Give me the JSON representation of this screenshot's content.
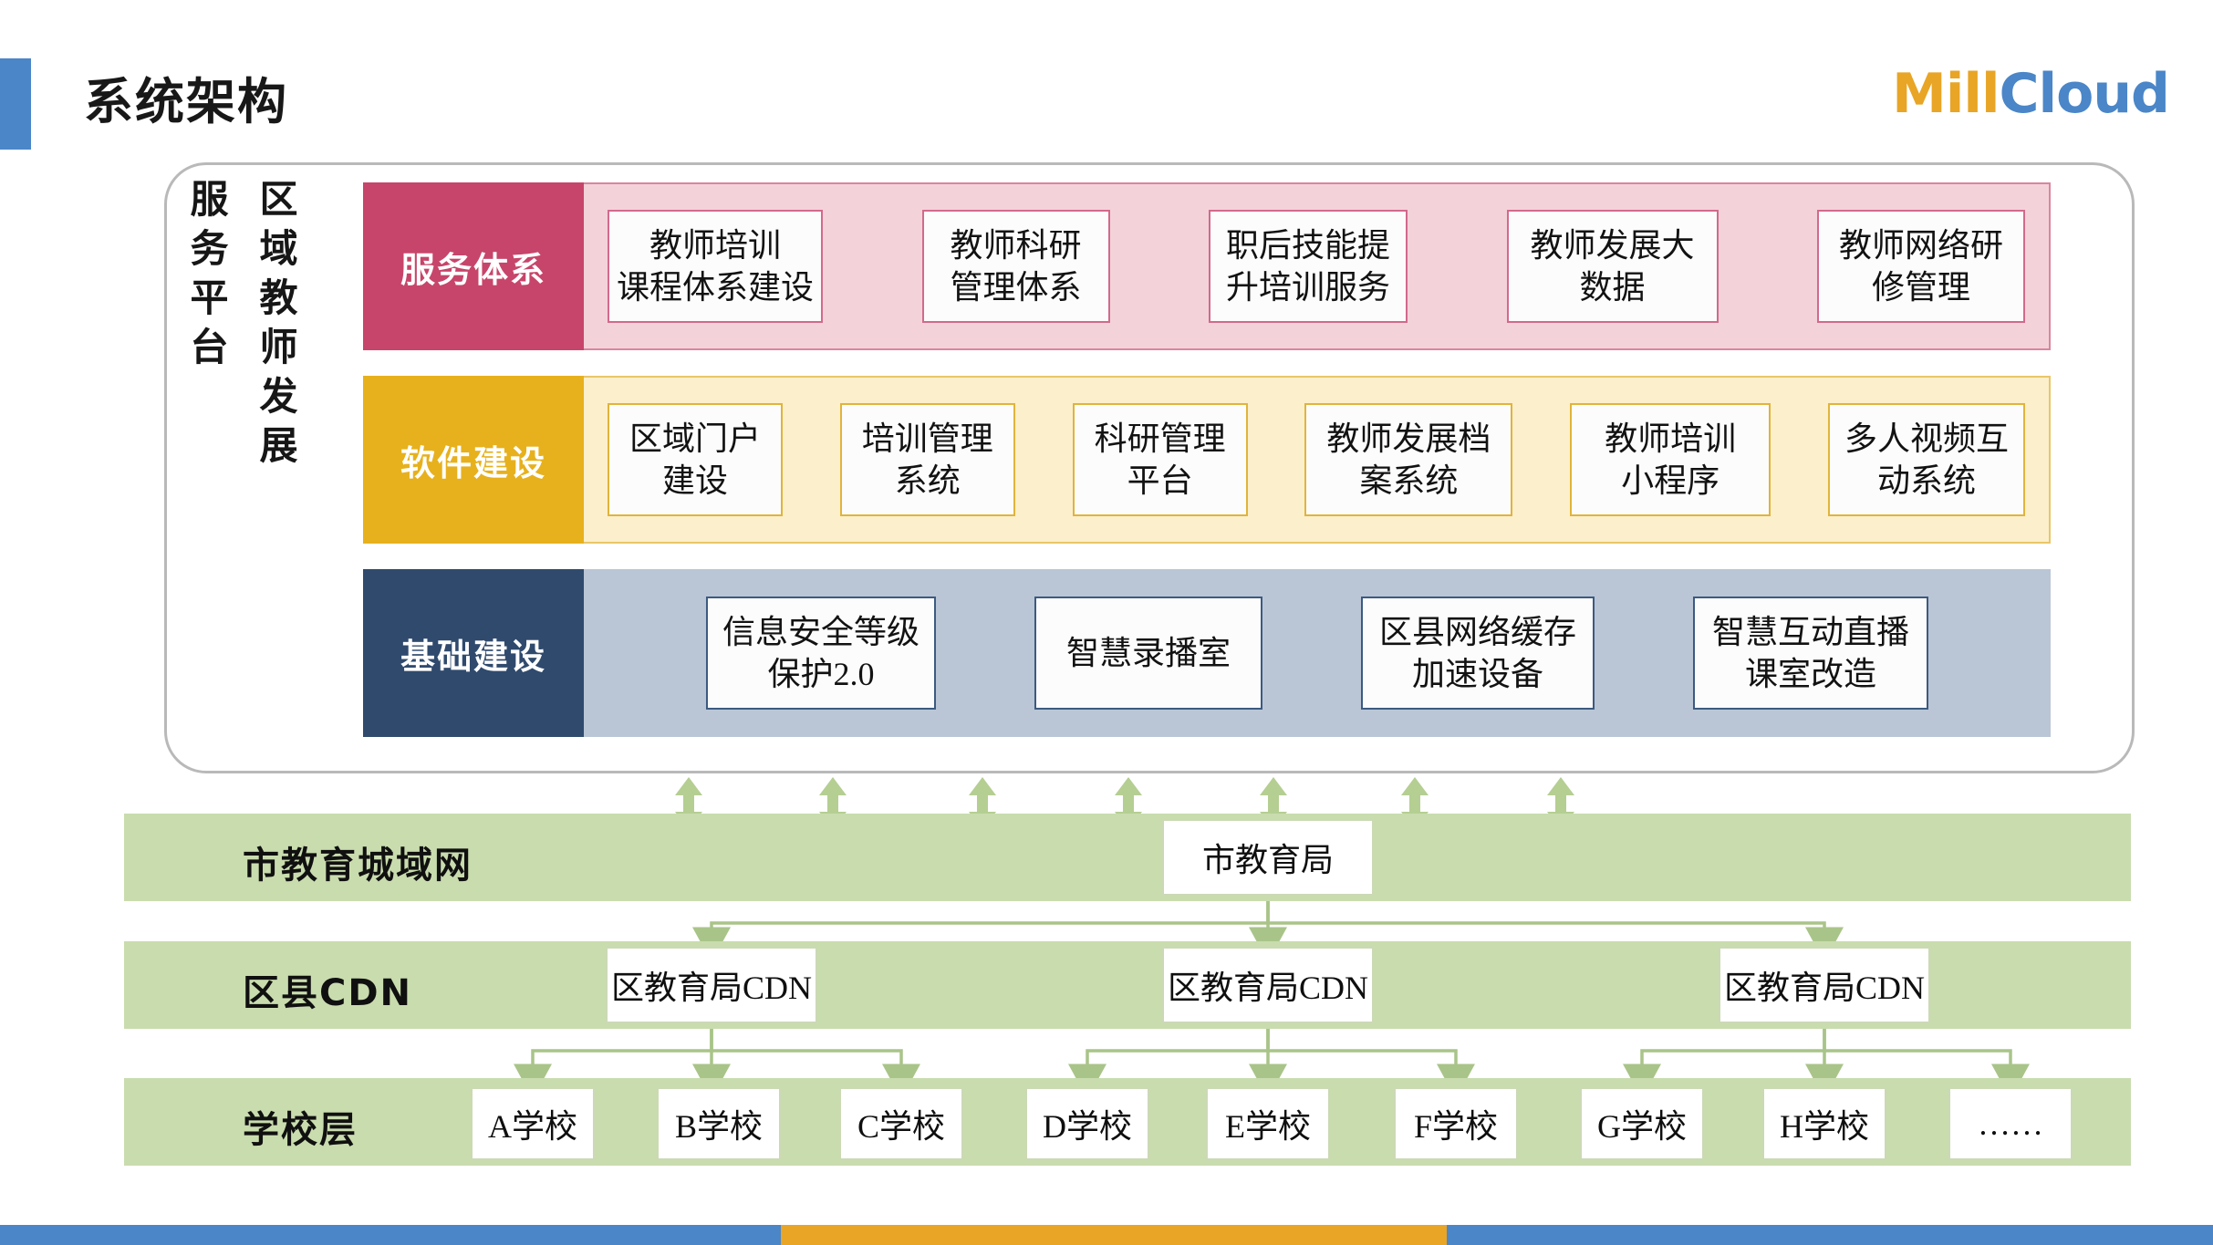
{
  "header": {
    "title": "系统架构",
    "brand_part1": "Mill",
    "brand_part2": "Cloud",
    "accent_blue": "#4a86c8",
    "accent_orange": "#e8a526"
  },
  "platform": {
    "side_label_1": "服务平台",
    "side_label_2": "区域教师发展",
    "rows": [
      {
        "head": "服务体系",
        "head_color": "#c7456a",
        "body_color": "#f4d2da",
        "cells": [
          "教师培训\n课程体系建设",
          "教师科研\n管理体系",
          "职后技能提\n升培训服务",
          "教师发展大\n数据",
          "教师网络研\n修管理"
        ]
      },
      {
        "head": "软件建设",
        "head_color": "#e7b11d",
        "body_color": "#fcefcb",
        "cells": [
          "区域门户\n建设",
          "培训管理\n系统",
          "科研管理\n平台",
          "教师发展档\n案系统",
          "教师培训\n小程序",
          "多人视频互\n动系统"
        ]
      },
      {
        "head": "基础建设",
        "head_color": "#2f4a6d",
        "body_color": "#bac6d6",
        "cells": [
          "信息安全等级\n保护2.0",
          "智慧录播室",
          "区县网络缓存\n加速设备",
          "智慧互动直播\n课室改造"
        ]
      }
    ]
  },
  "network": {
    "arrow_color": "#b5ce92",
    "band_color": "#c9dcae",
    "bands": [
      {
        "label": "市教育城域网",
        "nodes": [
          "市教育局"
        ]
      },
      {
        "label": "区县CDN",
        "nodes": [
          "区教育局CDN",
          "区教育局CDN",
          "区教育局CDN"
        ]
      },
      {
        "label": "学校层",
        "nodes": [
          "A学校",
          "B学校",
          "C学校",
          "D学校",
          "E学校",
          "F学校",
          "G学校",
          "H学校",
          "……"
        ]
      }
    ]
  }
}
